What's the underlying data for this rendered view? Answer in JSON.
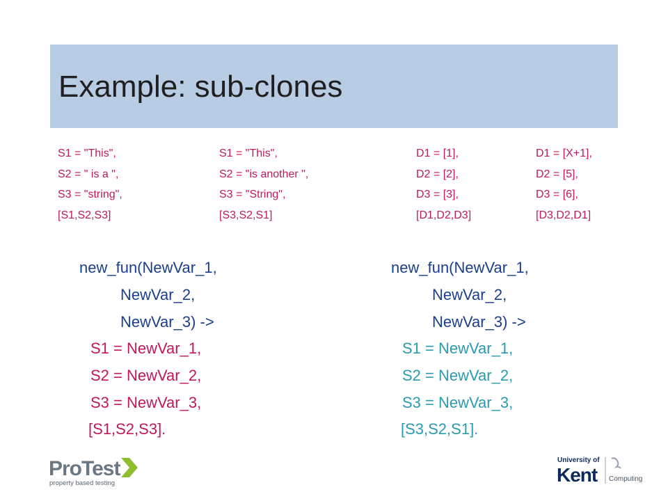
{
  "title": "Example: sub-clones",
  "snippets": [
    [
      "S1 = \"This\",",
      "S2 = \" is a \",",
      "S3 = \"string\",",
      "[S1,S2,S3]"
    ],
    [
      "S1 = \"This\",",
      "S2 = \"is another \",",
      "S3 = \"String\",",
      "[S3,S2,S1]"
    ],
    [
      "D1 = [1],",
      "D2 = [2],",
      "D3 = [3],",
      "[D1,D2,D3]"
    ],
    [
      "D1 = [X+1],",
      "D2 = [5],",
      "D3 = [6],",
      "[D3,D2,D1]"
    ]
  ],
  "left_fun": {
    "header": [
      "new_fun(NewVar_1,",
      "NewVar_2,",
      "NewVar_3) ->"
    ],
    "body": [
      "S1 = NewVar_1,",
      "S2 = NewVar_2,",
      "S3 = NewVar_3,",
      "[S1,S2,S3]."
    ]
  },
  "right_fun": {
    "header": [
      "new_fun(NewVar_1,",
      "NewVar_2,",
      "NewVar_3) ->"
    ],
    "body": [
      "S1 = NewVar_1,",
      "S2 = NewVar_2,",
      "S3 = NewVar_3,",
      "[S3,S2,S1]."
    ]
  },
  "logos": {
    "protest_name": "ProTest",
    "protest_tagline": "property based testing",
    "kent_university": "University of",
    "kent_name": "Kent",
    "kent_department": "Computing"
  },
  "colors": {
    "title_bar": "#b8cce4",
    "code_pink": "#c0185a",
    "code_navy": "#1a3f8f",
    "code_teal": "#2a9bae"
  }
}
